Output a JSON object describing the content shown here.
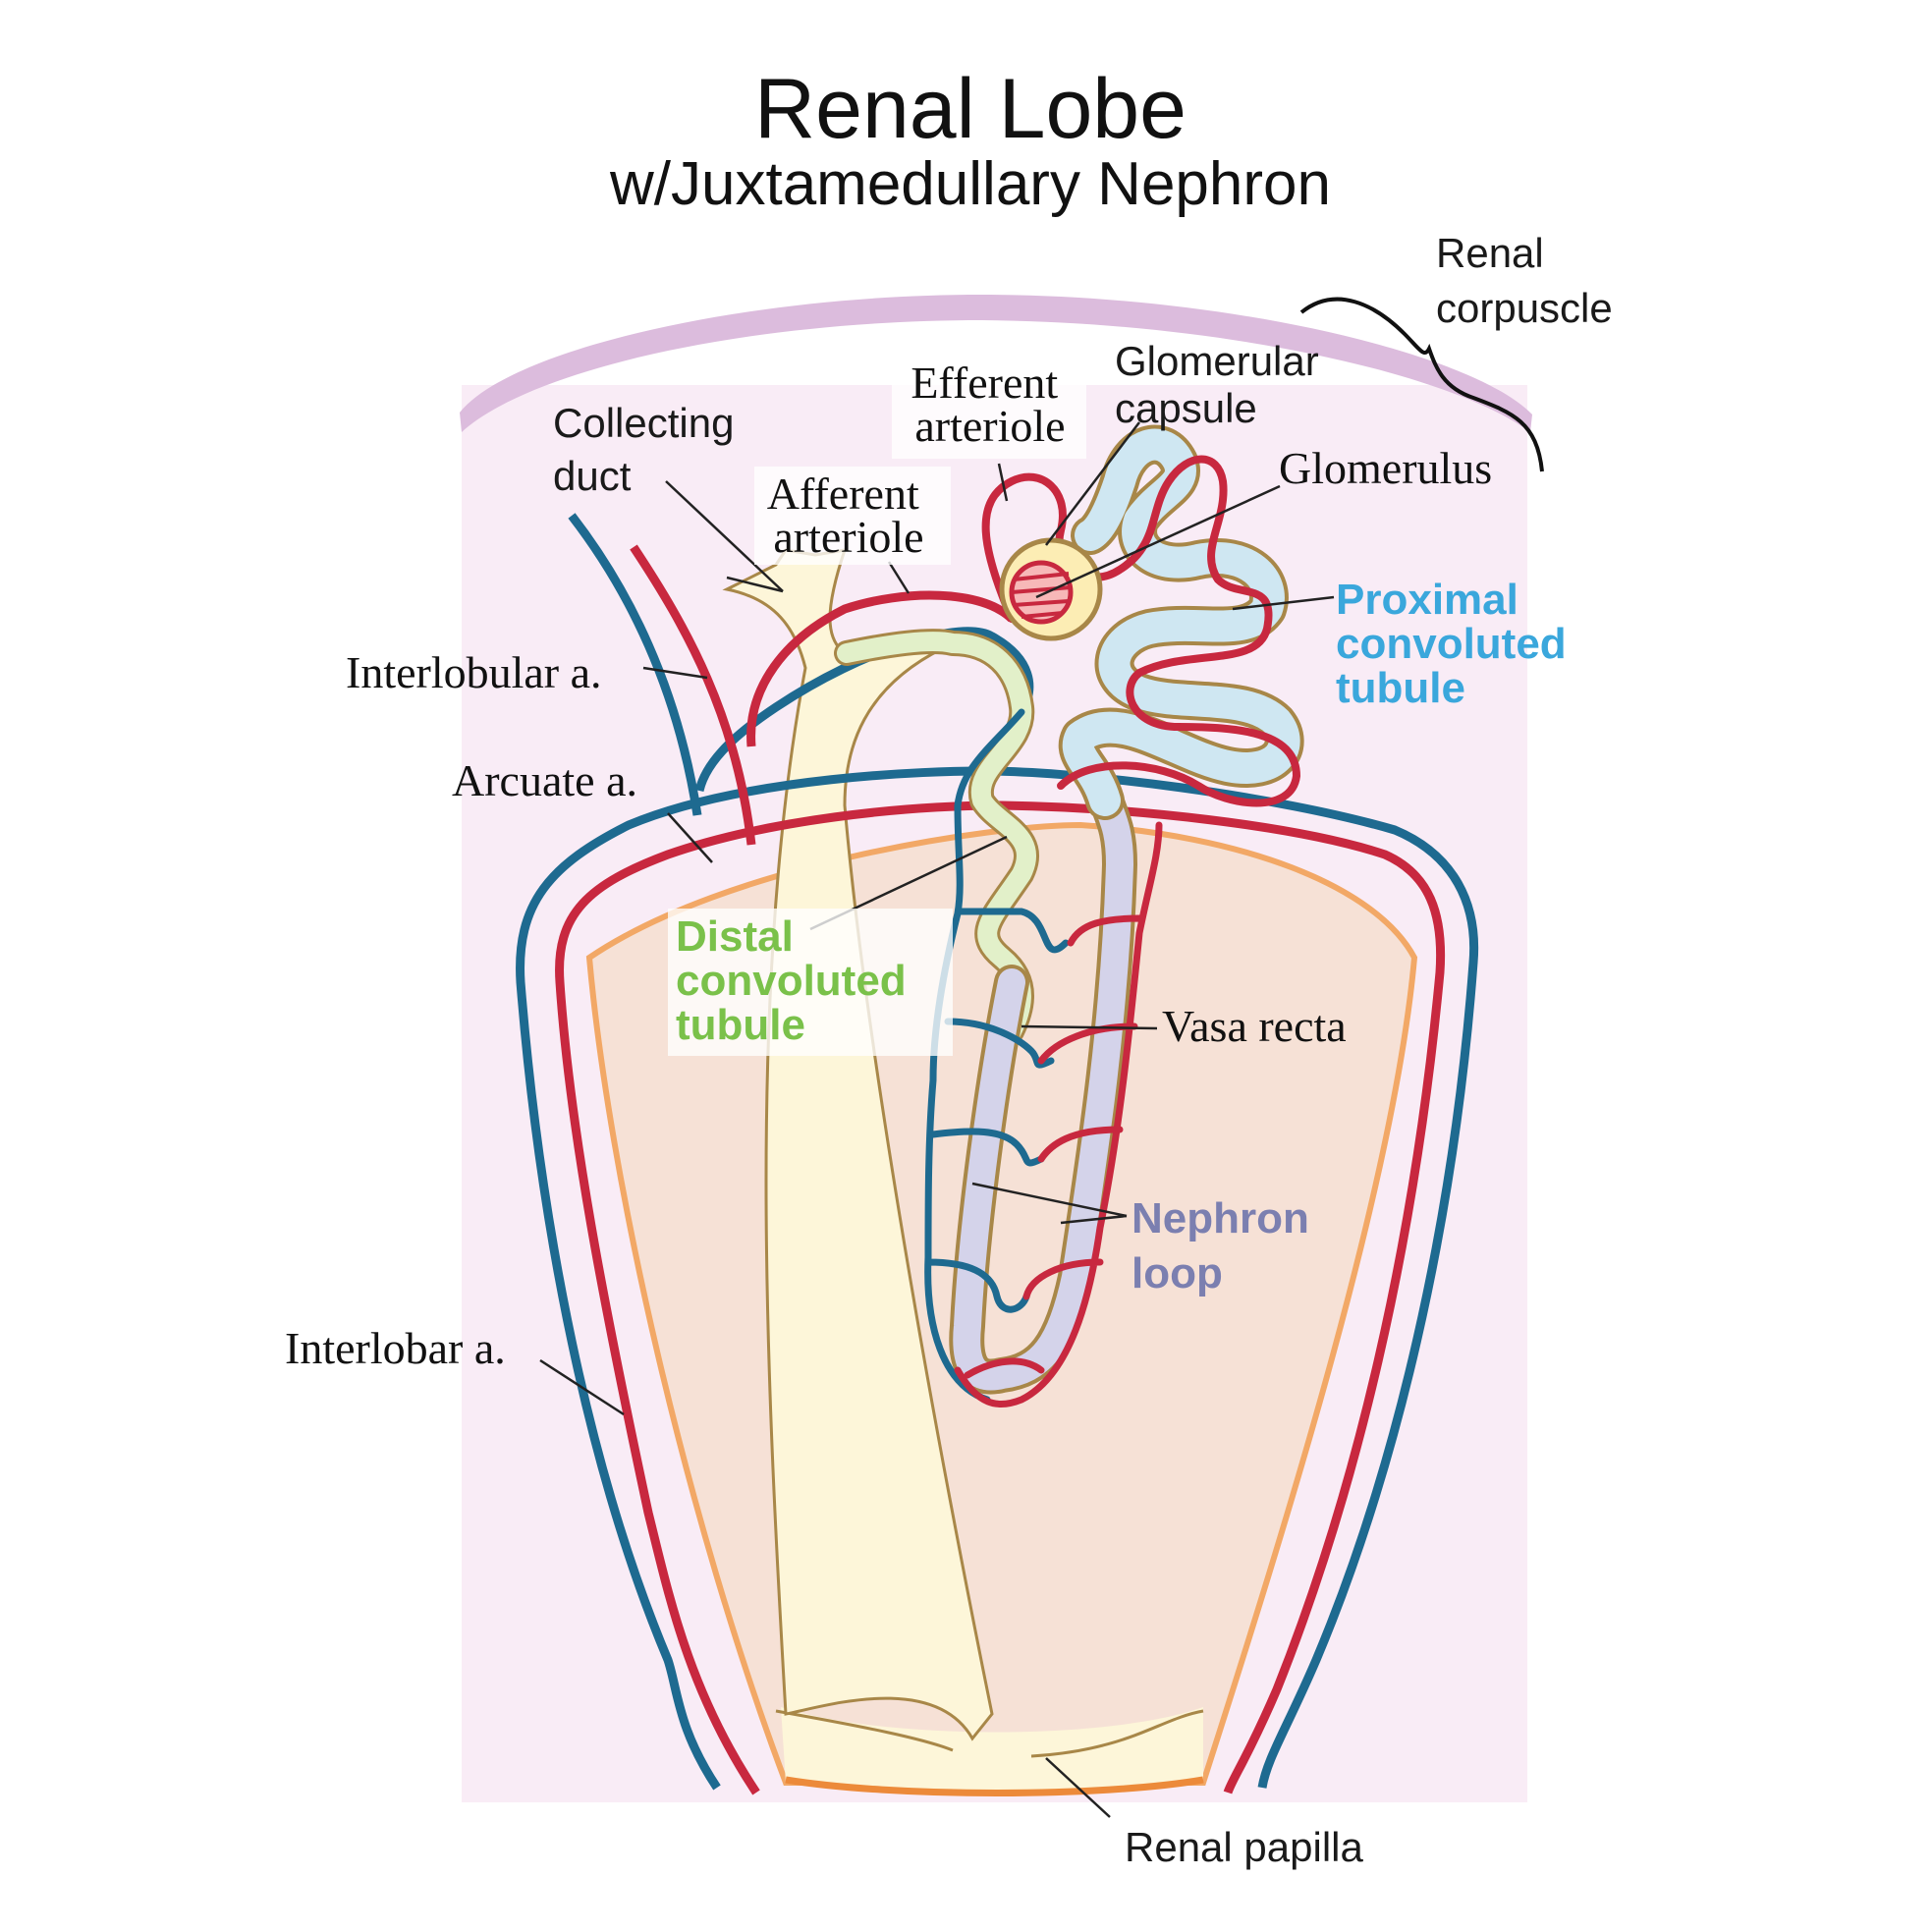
{
  "title": {
    "line1": "Renal Lobe",
    "line2": "w/Juxtamedullary Nephron"
  },
  "labels": {
    "renal_corpuscle": [
      "Renal",
      "corpuscle"
    ],
    "glomerular_capsule": [
      "Glomerular",
      "capsule"
    ],
    "efferent_arteriole": [
      "Efferent",
      "arteriole"
    ],
    "glomerulus": "Glomerulus",
    "collecting_duct": [
      "Collecting",
      "duct"
    ],
    "afferent_arteriole": [
      "Afferent",
      "arteriole"
    ],
    "proximal_convoluted_tubule": [
      "Proximal",
      "convoluted",
      "tubule"
    ],
    "interlobular_a": "Interlobular a.",
    "arcuate_a": "Arcuate a.",
    "distal_convoluted_tubule": [
      "Distal",
      "convoluted",
      "tubule"
    ],
    "vasa_recta": "Vasa recta",
    "nephron_loop": [
      "Nephron",
      "loop"
    ],
    "interlobar_a": "Interlobar a.",
    "renal_papilla": "Renal papilla"
  },
  "colors": {
    "cortex_bg": "#f9ecf6",
    "capsule_band": "#dcbcdd",
    "medulla_fill": "#f6e1d6",
    "medulla_outline": "#f2a866",
    "papilla_edge": "#ec8a3a",
    "duct_fill": "#fdf6d9",
    "tubule_outline": "#a88748",
    "artery": "#c8283f",
    "vein": "#1e6a90",
    "proximal_label": "#3aa7dc",
    "proximal_fill": "#cfe7f2",
    "distal_label": "#7ac14a",
    "distal_fill": "#e2f0c9",
    "loop_label": "#7b7fb0",
    "loop_fill": "#d4d3ea",
    "capsule_fill": "#fcedb4"
  }
}
